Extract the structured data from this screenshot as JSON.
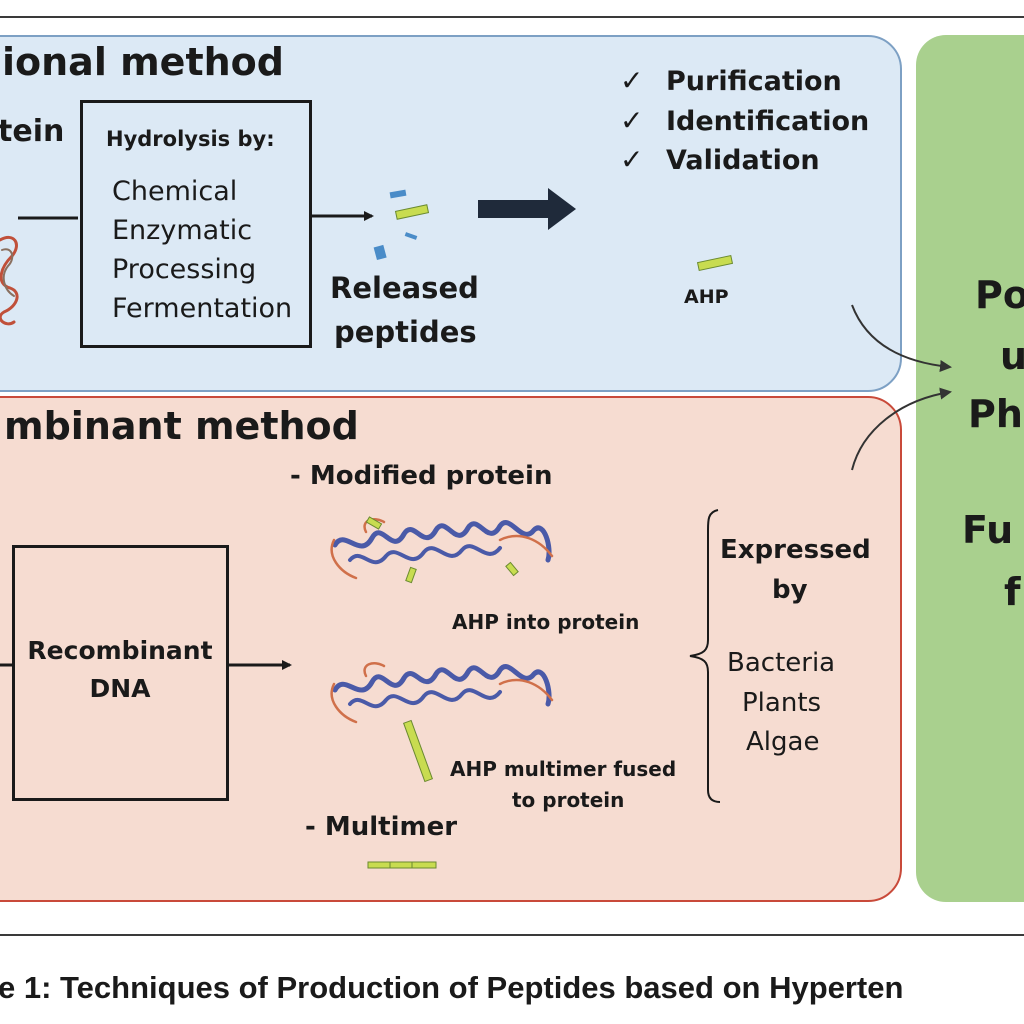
{
  "conventional": {
    "title": "ional method",
    "source": "tein",
    "hydrolysis_heading": "Hydrolysis by:",
    "hydrolysis_methods": [
      "Chemical",
      "Enzymatic",
      "Processing",
      "Fermentation"
    ],
    "released_line1": "Released",
    "released_line2": "peptides",
    "steps": [
      "Purification",
      "Identification",
      "Validation"
    ],
    "check_glyph": "✓",
    "ahp_label": "AHP"
  },
  "recombinant": {
    "title": "mbinant method",
    "box_line1": "Recombinant",
    "box_line2": "DNA",
    "modified_protein": "- Modified protein",
    "ahp_into_protein": "AHP into protein",
    "multimer_fused_line1": "AHP multimer fused",
    "multimer_fused_line2": "to protein",
    "multimer": "- Multimer",
    "expressed_line1": "Expressed",
    "expressed_line2": "by",
    "hosts": [
      "Bacteria",
      "Plants",
      "Algae"
    ]
  },
  "output": {
    "lines": [
      "Po",
      "u",
      "Ph",
      "Fu",
      "f"
    ]
  },
  "caption": "e 1: Techniques of Production of Peptides based on Hyperten",
  "colors": {
    "conventional_fill": "#dce9f5",
    "conventional_border": "#7da0c4",
    "recombinant_fill": "#f6dcd1",
    "recombinant_border": "#c94a3a",
    "output_fill": "#a9d08e",
    "peptide_green": "#c8dc50",
    "peptide_blue": "#4a8cc8",
    "protein_blue": "#4a5aa8",
    "protein_orange": "#d0704a"
  }
}
